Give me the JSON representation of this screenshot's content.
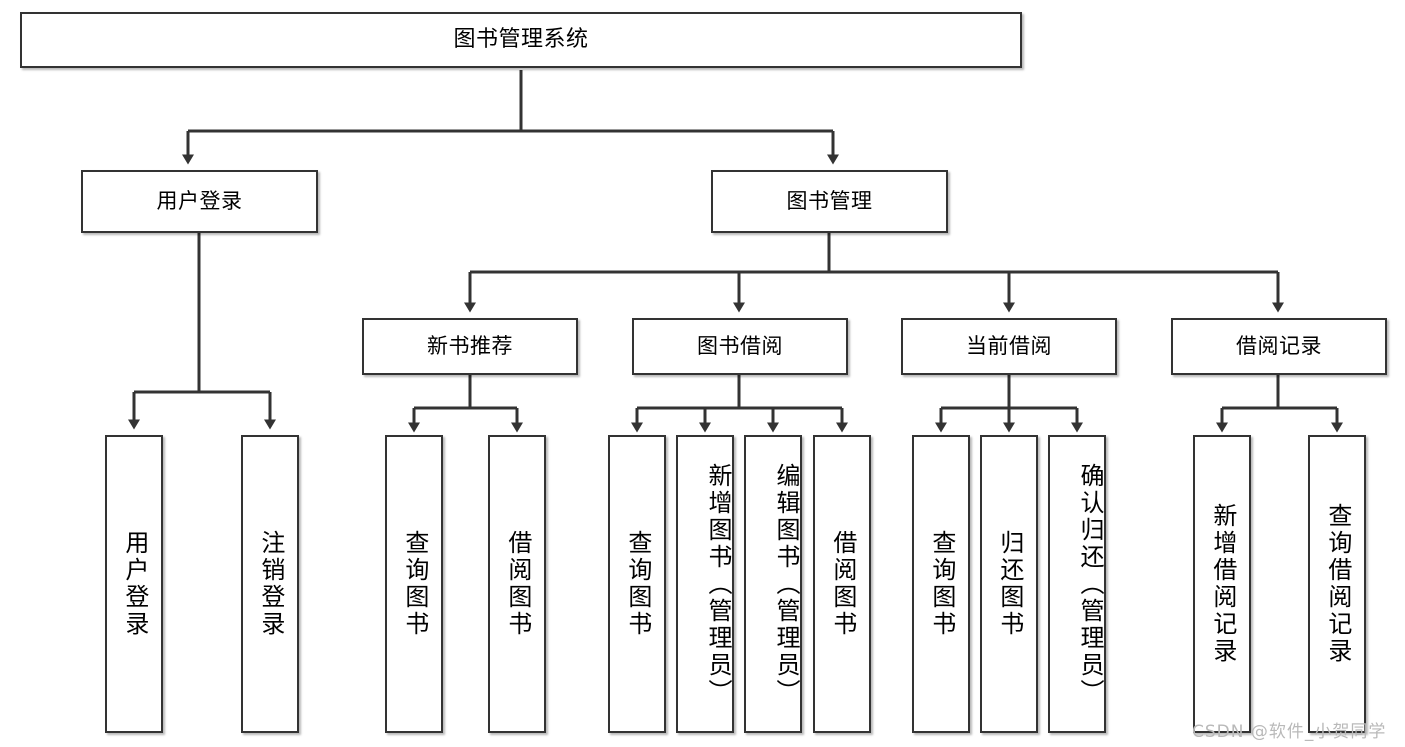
{
  "diagram": {
    "title_node": {
      "label": "图书管理系统"
    },
    "level2": [
      {
        "id": "user-login",
        "label": "用户登录"
      },
      {
        "id": "book-management",
        "label": "图书管理"
      }
    ],
    "level3": [
      {
        "id": "new-book-recommend",
        "label": "新书推荐"
      },
      {
        "id": "book-borrow",
        "label": "图书借阅"
      },
      {
        "id": "current-borrow",
        "label": "当前借阅"
      },
      {
        "id": "borrow-record",
        "label": "借阅记录"
      }
    ],
    "leaves": [
      {
        "id": "leaf-user-login",
        "label": "用户登录",
        "align": "center"
      },
      {
        "id": "leaf-logout-login",
        "label": "注销登录",
        "align": "center"
      },
      {
        "id": "leaf-query-book-1",
        "label": "查询图书",
        "align": "center"
      },
      {
        "id": "leaf-borrow-book-1",
        "label": "借阅图书",
        "align": "center"
      },
      {
        "id": "leaf-query-book-2",
        "label": "查询图书",
        "align": "center"
      },
      {
        "id": "leaf-add-book-admin",
        "label": "新增图书（管理员）",
        "align": "top"
      },
      {
        "id": "leaf-edit-book-admin",
        "label": "编辑图书（管理员）",
        "align": "top"
      },
      {
        "id": "leaf-borrow-book-2",
        "label": "借阅图书",
        "align": "center"
      },
      {
        "id": "leaf-query-book-3",
        "label": "查询图书",
        "align": "center"
      },
      {
        "id": "leaf-return-book",
        "label": "归还图书",
        "align": "center"
      },
      {
        "id": "leaf-confirm-return-admin",
        "label": "确认归还（管理员）",
        "align": "top"
      },
      {
        "id": "leaf-add-borrow-record",
        "label": "新增借阅记录",
        "align": "center"
      },
      {
        "id": "leaf-query-borrow-record",
        "label": "查询借阅记录",
        "align": "center"
      }
    ],
    "watermark": "CSDN @软件_小贺同学",
    "colors": {
      "stroke": "#333333",
      "box_fill": "#ffffff",
      "text": "#000000",
      "watermark": "#b9b9b9",
      "background": "#ffffff"
    }
  }
}
